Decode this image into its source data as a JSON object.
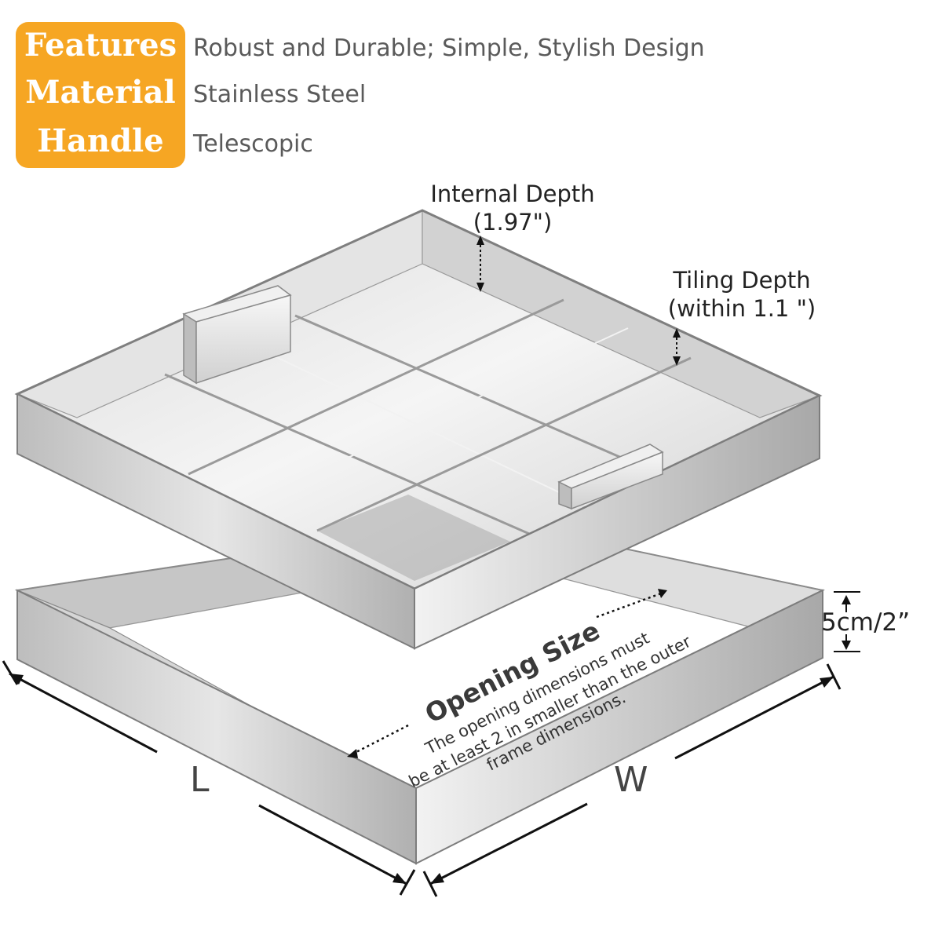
{
  "specs": [
    {
      "label": "Features",
      "value": "Robust and Durable; Simple, Stylish Design"
    },
    {
      "label": "Material",
      "value": "Stainless Steel"
    },
    {
      "label": "Handle",
      "value": "Telescopic"
    }
  ],
  "dimensions": {
    "internal_depth_title": "Internal Depth",
    "internal_depth_value": "(1.97\")",
    "tiling_depth_title": "Tiling Depth",
    "tiling_depth_value": "(within 1.1 \")",
    "frame_height": "5cm/2”",
    "length_label": "L",
    "width_label": "W"
  },
  "opening": {
    "title": "Opening Size",
    "note_line1": "The opening dimensions must",
    "note_line2": "be at least 2 in smaller than the outer",
    "note_line3": "frame dimensions."
  },
  "colors": {
    "badge": "#f6a623",
    "steel_light": "#e8e8e8",
    "steel_mid": "#c9c9c9",
    "steel_dark": "#9a9a9a"
  }
}
